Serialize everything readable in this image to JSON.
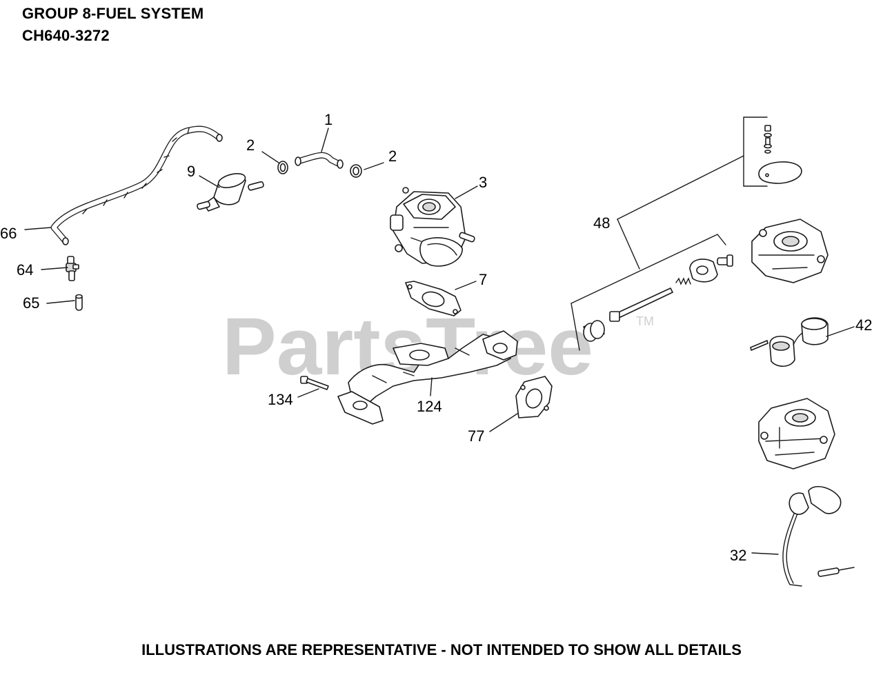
{
  "header": {
    "title_line1": "GROUP 8-FUEL SYSTEM",
    "title_line2": "CH640-3272"
  },
  "footer": {
    "note": "ILLUSTRATIONS ARE REPRESENTATIVE - NOT INTENDED TO SHOW ALL DETAILS"
  },
  "watermark": {
    "text": "PartsTree",
    "trademark": "TM"
  },
  "callouts": {
    "c1": "1",
    "c2a": "2",
    "c2b": "2",
    "c3": "3",
    "c7": "7",
    "c9": "9",
    "c32": "32",
    "c42": "42",
    "c48": "48",
    "c64": "64",
    "c65": "65",
    "c66": "66",
    "c77": "77",
    "c124": "124",
    "c134": "134"
  }
}
